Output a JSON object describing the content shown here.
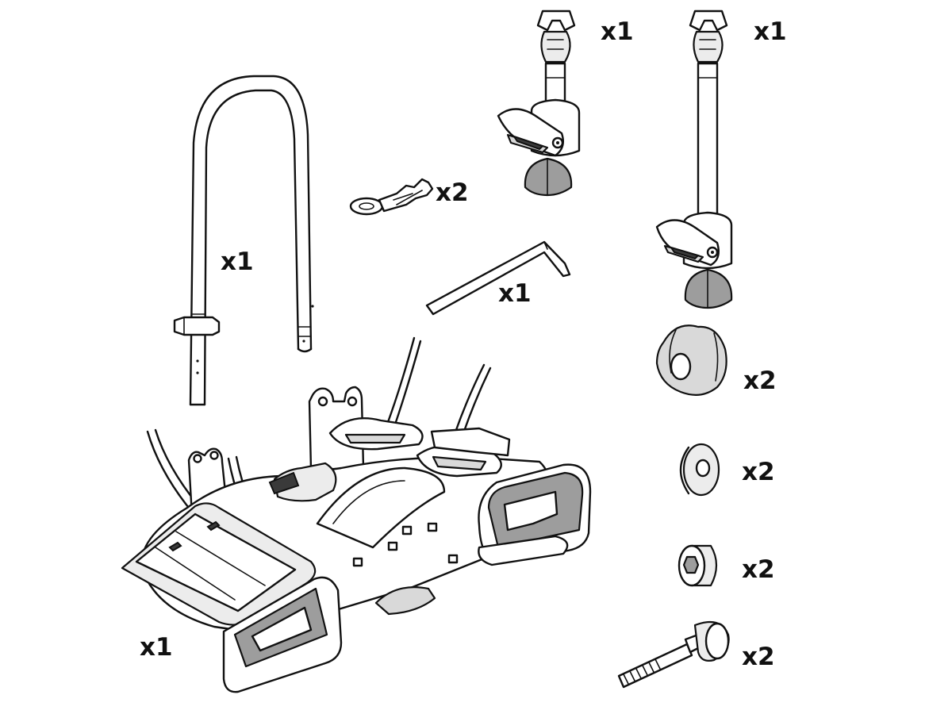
{
  "parts": [
    {
      "id": "main-carrier",
      "quantity": "x1"
    },
    {
      "id": "frame",
      "quantity": "x1"
    },
    {
      "id": "key",
      "quantity": "x2"
    },
    {
      "id": "hex-key",
      "quantity": "x1"
    },
    {
      "id": "short-frame-holder",
      "quantity": "x1"
    },
    {
      "id": "long-frame-holder",
      "quantity": "x1"
    },
    {
      "id": "knob",
      "quantity": "x2"
    },
    {
      "id": "washer",
      "quantity": "x2"
    },
    {
      "id": "spacer-nut",
      "quantity": "x2"
    },
    {
      "id": "bolt",
      "quantity": "x2"
    }
  ]
}
